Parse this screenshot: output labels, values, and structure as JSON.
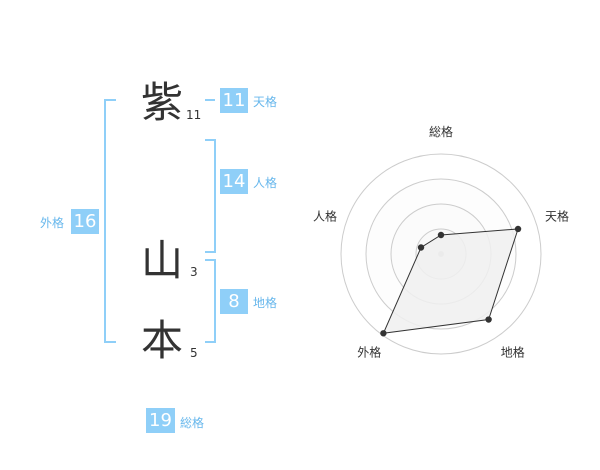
{
  "characters": [
    {
      "char": "紫",
      "strokes": "11"
    },
    {
      "char": "山",
      "strokes": "3"
    },
    {
      "char": "本",
      "strokes": "5"
    }
  ],
  "kakusu": {
    "tenkaku": {
      "label": "天格",
      "value": "11"
    },
    "jinkaku": {
      "label": "人格",
      "value": "14"
    },
    "chikaku": {
      "label": "地格",
      "value": "8"
    },
    "gaikaku": {
      "label": "外格",
      "value": "16"
    },
    "soukaku": {
      "label": "総格",
      "value": "19"
    }
  },
  "chart_data": {
    "type": "radar",
    "axes": [
      "総格",
      "天格",
      "地格",
      "外格",
      "人格"
    ],
    "values": [
      0.19,
      0.81,
      0.81,
      0.98,
      0.21
    ],
    "rings": 4,
    "fill_color": "#f0f0f0",
    "line_color": "#333333",
    "ring_color": "#cccccc"
  }
}
